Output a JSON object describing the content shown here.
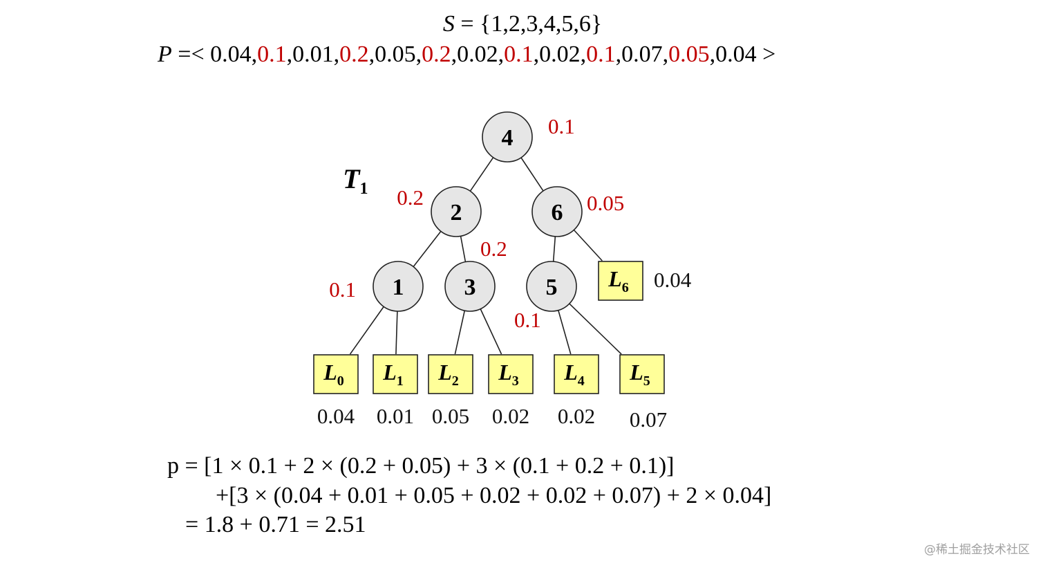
{
  "header": {
    "set_var": "S",
    "set_eq": " = {1,2,3,4,5,6}",
    "prob_var": "P",
    "prob_open": " =< ",
    "prob_tokens": [
      {
        "text": "0.04",
        "red": false
      },
      {
        "text": "0.1",
        "red": true
      },
      {
        "text": "0.01",
        "red": false
      },
      {
        "text": "0.2",
        "red": true
      },
      {
        "text": "0.05",
        "red": false
      },
      {
        "text": "0.2",
        "red": true
      },
      {
        "text": "0.02",
        "red": false
      },
      {
        "text": "0.1",
        "red": true
      },
      {
        "text": "0.02",
        "red": false
      },
      {
        "text": "0.1",
        "red": true
      },
      {
        "text": "0.07",
        "red": false
      },
      {
        "text": "0.05",
        "red": true
      },
      {
        "text": "0.04",
        "red": false
      }
    ],
    "prob_close": " >"
  },
  "tree": {
    "title": "T",
    "title_sub": "1",
    "colors": {
      "node_fill": "#e6e6e6",
      "leaf_fill": "#ffff99",
      "red": "#c00000"
    },
    "nodes": [
      {
        "id": "4",
        "label": "4",
        "prob": "0.1"
      },
      {
        "id": "2",
        "label": "2",
        "prob": "0.2"
      },
      {
        "id": "6",
        "label": "6",
        "prob": "0.05"
      },
      {
        "id": "1",
        "label": "1",
        "prob": "0.1"
      },
      {
        "id": "3",
        "label": "3",
        "prob": "0.2"
      },
      {
        "id": "5",
        "label": "5",
        "prob": "0.1"
      }
    ],
    "leaves": [
      {
        "id": "L0",
        "label": "L",
        "sub": "0",
        "prob": "0.04"
      },
      {
        "id": "L1",
        "label": "L",
        "sub": "1",
        "prob": "0.01"
      },
      {
        "id": "L2",
        "label": "L",
        "sub": "2",
        "prob": "0.05"
      },
      {
        "id": "L3",
        "label": "L",
        "sub": "3",
        "prob": "0.02"
      },
      {
        "id": "L4",
        "label": "L",
        "sub": "4",
        "prob": "0.02"
      },
      {
        "id": "L5",
        "label": "L",
        "sub": "5",
        "prob": "0.07"
      },
      {
        "id": "L6",
        "label": "L",
        "sub": "6",
        "prob": "0.04"
      }
    ],
    "edges": [
      [
        "4",
        "2"
      ],
      [
        "4",
        "6"
      ],
      [
        "2",
        "1"
      ],
      [
        "2",
        "3"
      ],
      [
        "6",
        "5"
      ],
      [
        "6",
        "L6"
      ],
      [
        "1",
        "L0"
      ],
      [
        "1",
        "L1"
      ],
      [
        "3",
        "L2"
      ],
      [
        "3",
        "L3"
      ],
      [
        "5",
        "L4"
      ],
      [
        "5",
        "L5"
      ]
    ]
  },
  "formula": {
    "line1": "p = [1 × 0.1 + 2 × (0.2 + 0.05) + 3 × (0.1 + 0.2 + 0.1)]",
    "line2": "+[3 × (0.04 + 0.01 + 0.05 + 0.02 + 0.02 + 0.07) + 2 × 0.04]",
    "line3": "=  1.8 + 0.71 = 2.51"
  },
  "watermark": "@稀土掘金技术社区"
}
